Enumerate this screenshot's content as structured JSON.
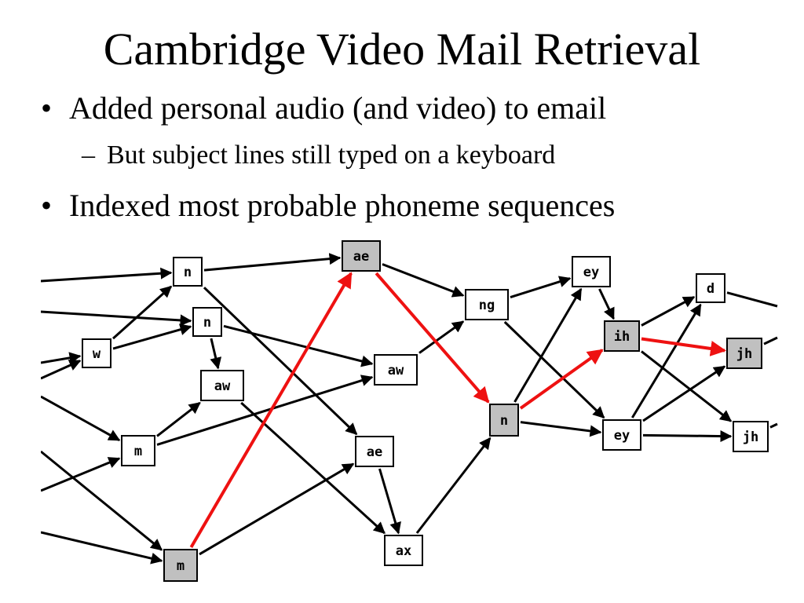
{
  "slide": {
    "title": "Cambridge Video Mail Retrieval",
    "bullet_1": "Added personal audio (and video) to email",
    "sub_1": "But subject lines still typed on a keyboard",
    "bullet_2": "Indexed most probable phoneme sequences",
    "bullet_glyph": "•",
    "dash_glyph": "–"
  },
  "lattice": {
    "highlight_color": "#ee1111",
    "highlight_node_fill": "#c0c0c0",
    "nodes": [
      {
        "id": "n1",
        "label": "n",
        "shaded": false
      },
      {
        "id": "ae1",
        "label": "ae",
        "shaded": true
      },
      {
        "id": "w1",
        "label": "w",
        "shaded": false
      },
      {
        "id": "n2",
        "label": "n",
        "shaded": false
      },
      {
        "id": "aw1",
        "label": "aw",
        "shaded": false
      },
      {
        "id": "m1",
        "label": "m",
        "shaded": false
      },
      {
        "id": "aw2",
        "label": "aw",
        "shaded": false
      },
      {
        "id": "ng",
        "label": "ng",
        "shaded": false
      },
      {
        "id": "ey1",
        "label": "ey",
        "shaded": false
      },
      {
        "id": "d",
        "label": "d",
        "shaded": false
      },
      {
        "id": "ih",
        "label": "ih",
        "shaded": true
      },
      {
        "id": "jh1",
        "label": "jh",
        "shaded": true
      },
      {
        "id": "n3",
        "label": "n",
        "shaded": true
      },
      {
        "id": "ae2",
        "label": "ae",
        "shaded": false
      },
      {
        "id": "ey2",
        "label": "ey",
        "shaded": false
      },
      {
        "id": "jh2",
        "label": "jh",
        "shaded": false
      },
      {
        "id": "ax",
        "label": "ax",
        "shaded": false
      },
      {
        "id": "m2",
        "label": "m",
        "shaded": true
      }
    ],
    "edges": [
      [
        "w1",
        "n1"
      ],
      [
        "w1",
        "n2"
      ],
      [
        "n1",
        "ae1"
      ],
      [
        "n1",
        "ae2"
      ],
      [
        "n2",
        "aw1"
      ],
      [
        "n2",
        "aw2"
      ],
      [
        "aw1",
        "ax"
      ],
      [
        "m1",
        "aw1"
      ],
      [
        "m1",
        "aw2"
      ],
      [
        "aw2",
        "ng"
      ],
      [
        "ae1",
        "ng"
      ],
      [
        "ng",
        "ey1"
      ],
      [
        "ng",
        "ey2"
      ],
      [
        "n3",
        "ey1"
      ],
      [
        "n3",
        "ey2"
      ],
      [
        "ey1",
        "ih"
      ],
      [
        "ih",
        "d"
      ],
      [
        "ih",
        "jh2"
      ],
      [
        "ey2",
        "d"
      ],
      [
        "ey2",
        "jh1"
      ],
      [
        "ey2",
        "jh2"
      ],
      [
        "ae2",
        "ax"
      ],
      [
        "ax",
        "n3"
      ],
      [
        "m2",
        "ae2"
      ]
    ],
    "highlighted_path": [
      [
        "m2",
        "ae1"
      ],
      [
        "ae1",
        "n3"
      ],
      [
        "n3",
        "ih"
      ],
      [
        "ih",
        "jh1"
      ]
    ]
  }
}
